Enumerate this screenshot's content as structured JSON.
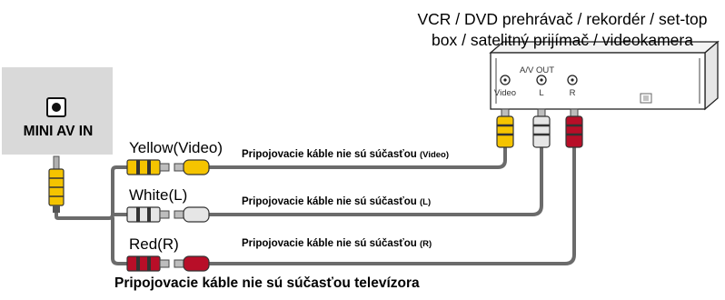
{
  "device": {
    "title_line1": "VCR / DVD prehrávač / rekordér / set-top",
    "title_line2": "box / satelitný prijímač / videokamera",
    "av_out_label": "A/V OUT",
    "ports": [
      {
        "label": "Video",
        "color": "#f5c400"
      },
      {
        "label": "L",
        "color": "#d8d8d8"
      },
      {
        "label": "R",
        "color": "#c0102a"
      }
    ]
  },
  "tv_panel": {
    "label": "MINI AV IN"
  },
  "cables": [
    {
      "name": "Yellow(Video)",
      "note": "Pripojovacie káble nie sú súčasťou",
      "suffix": "(Video)",
      "color": "#f5c400"
    },
    {
      "name": "White(L)",
      "note": "Pripojovacie káble nie sú súčasťou",
      "suffix": "(L)",
      "color": "#dcdcdc"
    },
    {
      "name": "Red(R)",
      "note": "Pripojovacie káble nie sú súčasťou",
      "suffix": "(R)",
      "color": "#b80e28"
    }
  ],
  "footer_note": "Pripojovacie káble nie sú súčasťou televízora"
}
